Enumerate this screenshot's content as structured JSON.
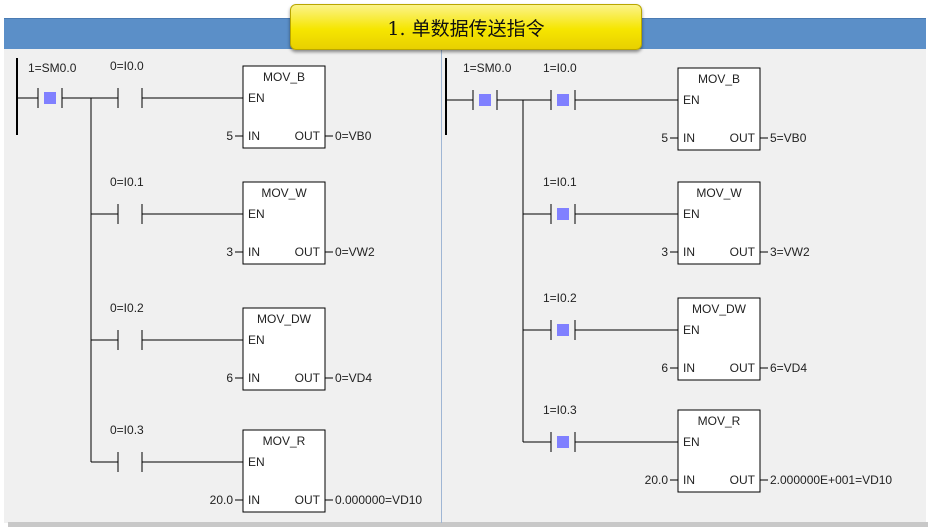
{
  "title": "1. 单数据传送指令",
  "networks": [
    {
      "id": "left",
      "sm_label": "1=SM0.0",
      "sm_active": true,
      "rungs": [
        {
          "contact_label": "0=I0.0",
          "contact_active": false,
          "box_name": "MOV_B",
          "en": "EN",
          "in_label": "IN",
          "out_label": "OUT",
          "in_value": "5",
          "out_value": "0=VB0"
        },
        {
          "contact_label": "0=I0.1",
          "contact_active": false,
          "box_name": "MOV_W",
          "en": "EN",
          "in_label": "IN",
          "out_label": "OUT",
          "in_value": "3",
          "out_value": "0=VW2"
        },
        {
          "contact_label": "0=I0.2",
          "contact_active": false,
          "box_name": "MOV_DW",
          "en": "EN",
          "in_label": "IN",
          "out_label": "OUT",
          "in_value": "6",
          "out_value": "0=VD4"
        },
        {
          "contact_label": "0=I0.3",
          "contact_active": false,
          "box_name": "MOV_R",
          "en": "EN",
          "in_label": "IN",
          "out_label": "OUT",
          "in_value": "20.0",
          "out_value": "0.000000=VD10"
        }
      ]
    },
    {
      "id": "right",
      "sm_label": "1=SM0.0",
      "sm_active": true,
      "rungs": [
        {
          "contact_label": "1=I0.0",
          "contact_active": true,
          "box_name": "MOV_B",
          "en": "EN",
          "in_label": "IN",
          "out_label": "OUT",
          "in_value": "5",
          "out_value": "5=VB0"
        },
        {
          "contact_label": "1=I0.1",
          "contact_active": true,
          "box_name": "MOV_W",
          "en": "EN",
          "in_label": "IN",
          "out_label": "OUT",
          "in_value": "3",
          "out_value": "3=VW2"
        },
        {
          "contact_label": "1=I0.2",
          "contact_active": true,
          "box_name": "MOV_DW",
          "en": "EN",
          "in_label": "IN",
          "out_label": "OUT",
          "in_value": "6",
          "out_value": "6=VD4"
        },
        {
          "contact_label": "1=I0.3",
          "contact_active": true,
          "box_name": "MOV_R",
          "en": "EN",
          "in_label": "IN",
          "out_label": "OUT",
          "in_value": "20.0",
          "out_value": "2.000000E+001=VD10"
        }
      ]
    }
  ],
  "colors": {
    "active_contact": "#8080ff",
    "header": "#5b8fc8",
    "title_bg": "#f6e600",
    "panel": "#f0f0f0"
  }
}
